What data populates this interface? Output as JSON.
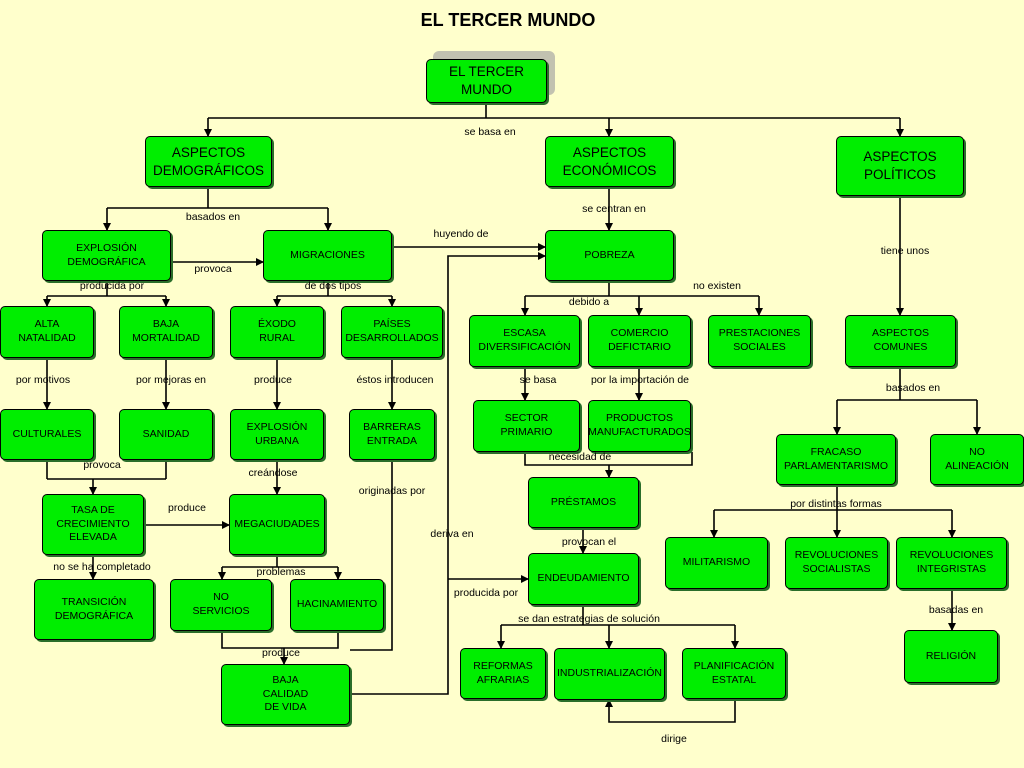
{
  "title": "EL TERCER MUNDO",
  "colors": {
    "background": "#ffffcc",
    "node_fill": "#00ee00",
    "node_border": "#000000",
    "line": "#000000"
  },
  "nodes": {
    "root": "EL TERCER\nMUNDO",
    "demograficos": "ASPECTOS\nDEMOGRÁFICOS",
    "economicos": "ASPECTOS\nECONÓMICOS",
    "politicos": "ASPECTOS\nPOLÍTICOS",
    "explosion_demografica": "EXPLOSIÓN\nDEMOGRÁFICA",
    "migraciones": "MIGRACIONES",
    "pobreza": "POBREZA",
    "alta_natalidad": "ALTA\nNATALIDAD",
    "baja_mortalidad": "BAJA\nMORTALIDAD",
    "exodo_rural": "ÉXODO\nRURAL",
    "paises_desarrollados": "PAÍSES\nDESARROLLADOS",
    "escasa_diversificacion": "ESCASA\nDIVERSIFICACIÓN",
    "comercio_deficitario": "COMERCIO\nDEFICTARIO",
    "prestaciones_sociales": "PRESTACIONES\nSOCIALES",
    "aspectos_comunes": "ASPECTOS\nCOMUNES",
    "culturales": "CULTURALES",
    "sanidad": "SANIDAD",
    "explosion_urbana": "EXPLOSIÓN\nURBANA",
    "barreras_entrada": "BARRERAS\nENTRADA",
    "sector_primario": "SECTOR\nPRIMARIO",
    "productos_manufacturados": "PRODUCTOS\nMANUFACTURADOS",
    "fracaso_parlamentarismo": "FRACASO\nPARLAMENTARISMO",
    "no_alineacion": "NO\nALINEACIÓN",
    "tasa_crecimiento": "TASA DE\nCRECIMIENTO\nELEVADA",
    "megaciudades": "MEGACIUDADES",
    "prestamos": "PRÉSTAMOS",
    "militarismo": "MILITARISMO",
    "revoluciones_socialistas": "REVOLUCIONES\nSOCIALISTAS",
    "revoluciones_integristas": "REVOLUCIONES\nINTEGRISTAS",
    "transicion_demografica": "TRANSICIÓN\nDEMOGRÁFICA",
    "no_servicios": "NO\nSERVICIOS",
    "hacinamiento": "HACINAMIENTO",
    "endeudamiento": "ENDEUDAMIENTO",
    "religion": "RELIGIÓN",
    "reformas_agrarias": "REFORMAS\nAFRARIAS",
    "industrializacion": "INDUSTRIALIZACIÓN",
    "planificacion_estatal": "PLANIFICACIÓN\nESTATAL",
    "baja_calidad_vida": "BAJA\nCALIDAD\nDE VIDA"
  },
  "labels": {
    "se_basa_en": "se basa en",
    "basados_en": "basados en",
    "se_centran_en": "se centran en",
    "huyendo_de": "huyendo de",
    "tiene_unos": "tiene unos",
    "provoca_1": "provoca",
    "producida_por_1": "producida por",
    "de_dos_tipos": "de dos tipos",
    "no_existen": "no existen",
    "debido_a": "debido a",
    "por_motivos": "por motivos",
    "por_mejoras_en": "por mejoras en",
    "produce_1": "produce",
    "estos_introducen": "éstos introducen",
    "se_basa": "se basa",
    "por_la_importacion_de": "por la importación de",
    "basados_en_2": "basados en",
    "necesidad_de": "necesidad de",
    "provoca_2": "provoca",
    "creandose": "creándose",
    "originadas_por": "originadas por",
    "por_distintas_formas": "por distintas formas",
    "produce_2": "produce",
    "deriva_en": "deriva en",
    "provocan_el": "provocan el",
    "no_se_ha_completado": "no se ha completado",
    "problemas": "problemas",
    "producida_por_2": "producida por",
    "basadas_en": "basadas en",
    "se_dan_estrategias": "se dan estrategias de solución",
    "produce_3": "produce",
    "dirige": "dirige"
  }
}
